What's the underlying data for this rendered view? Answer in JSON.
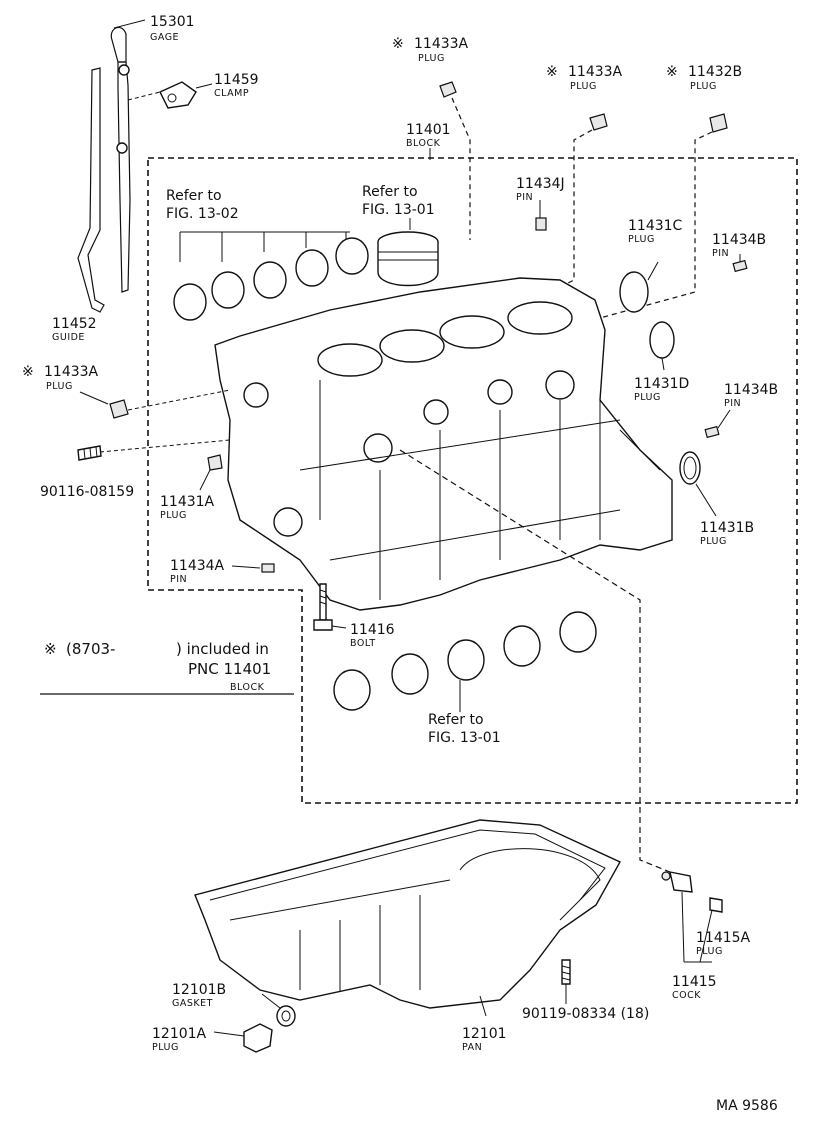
{
  "diagram_id": "MA 9586",
  "note": {
    "symbol": "※",
    "text": "(8703-",
    "included": ") included in",
    "pnc": "PNC 11401",
    "pnc_sub": "BLOCK"
  },
  "parts": {
    "p15301": {
      "num": "15301",
      "name": "GAGE"
    },
    "p11459": {
      "num": "11459",
      "name": "CLAMP"
    },
    "p11452": {
      "num": "11452",
      "name": "GUIDE"
    },
    "p11433A_top": {
      "num": "11433A",
      "name": "PLUG"
    },
    "p11433A_mid": {
      "num": "11433A",
      "name": "PLUG"
    },
    "p11433A_left": {
      "num": "11433A",
      "name": "PLUG"
    },
    "p11432B": {
      "num": "11432B",
      "name": "PLUG"
    },
    "p11401": {
      "num": "11401",
      "name": "BLOCK"
    },
    "p11434J": {
      "num": "11434J",
      "name": "PIN"
    },
    "p11431C": {
      "num": "11431C",
      "name": "PLUG"
    },
    "p11434B_top": {
      "num": "11434B",
      "name": "PIN"
    },
    "p11431D": {
      "num": "11431D",
      "name": "PLUG"
    },
    "p11434B_mid": {
      "num": "11434B",
      "name": "PIN"
    },
    "p90116": {
      "num": "90116-08159"
    },
    "p11431A": {
      "num": "11431A",
      "name": "PLUG"
    },
    "p11431B": {
      "num": "11431B",
      "name": "PLUG"
    },
    "p11434A": {
      "num": "11434A",
      "name": "PIN"
    },
    "p11416": {
      "num": "11416",
      "name": "BOLT"
    },
    "p11415A": {
      "num": "11415A",
      "name": "PLUG"
    },
    "p11415": {
      "num": "11415",
      "name": "COCK"
    },
    "p12101B": {
      "num": "12101B",
      "name": "GASKET"
    },
    "p12101A": {
      "num": "12101A",
      "name": "PLUG"
    },
    "p12101": {
      "num": "12101",
      "name": "PAN"
    },
    "p90119": {
      "num": "90119-08334 (18)"
    }
  },
  "refs": {
    "ref1302": {
      "line1": "Refer to",
      "line2": "FIG. 13-02"
    },
    "ref1301_top": {
      "line1": "Refer to",
      "line2": "FIG. 13-01"
    },
    "ref1301_bot": {
      "line1": "Refer to",
      "line2": "FIG. 13-01"
    }
  }
}
